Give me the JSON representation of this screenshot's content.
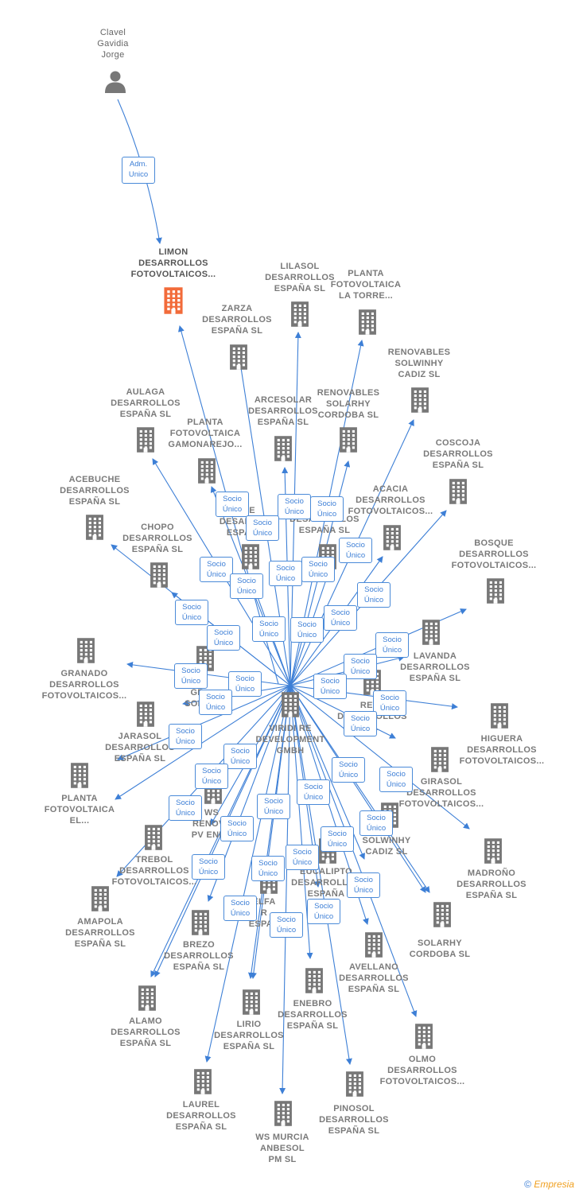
{
  "person": {
    "name": "Clavel\nGavidia\nJorge"
  },
  "focus": {
    "name": "LIMON\nDESARROLLOS\nFOTOVOLTAICOS..."
  },
  "center": {
    "name": "VIRIDI RE\nDEVELOPMENT\nGMBH"
  },
  "adm_label": "Adm.\nUnico",
  "socio_label": "Socio\nÚnico",
  "companies": [
    {
      "name": "LILASOL\nDESARROLLOS\nESPAÑA  SL"
    },
    {
      "name": "PLANTA\nFOTOVOLTAICA\nLA TORRE..."
    },
    {
      "name": "ZARZA\nDESARROLLOS\nESPAÑA  SL"
    },
    {
      "name": "RENOVABLES\nSOLWINHY\nCADIZ  SL"
    },
    {
      "name": "AULAGA\nDESARROLLOS\nESPAÑA  SL"
    },
    {
      "name": "ARCESOLAR\nDESARROLLOS\nESPAÑA  SL"
    },
    {
      "name": "RENOVABLES\nSOLARHY\nCORDOBA  SL"
    },
    {
      "name": "PLANTA\nFOTOVOLTAICA\nGAMONAREJO..."
    },
    {
      "name": "COSCOJA\nDESARROLLOS\nESPAÑA  SL"
    },
    {
      "name": "ACEBUCHE\nDESARROLLOS\nESPAÑA  SL"
    },
    {
      "name": "ACACIA\nDESARROLLOS\nFOTOVOLTAICOS..."
    },
    {
      "name": "NOGUE\nDESARR\nESPA"
    },
    {
      "name": "DESARROLLOS\nESPAÑA  SL"
    },
    {
      "name": "CHOPO\nDESARROLLOS\nESPAÑA  SL"
    },
    {
      "name": "BOSQUE\nDESARROLLOS\nFOTOVOLTAICOS..."
    },
    {
      "name": "GRANADO\nDESARROLLOS\nFOTOVOLTAICOS..."
    },
    {
      "name": "LAVANDA\nDESARROLLOS\nESPAÑA  SL"
    },
    {
      "name": "H2\nGR\nSOLU"
    },
    {
      "name": "RETA\nDESARROLLOS\nSL"
    },
    {
      "name": "JARASOL\nDESARROLLOS\nESPAÑA  SL"
    },
    {
      "name": "HIGUERA\nDESARROLLOS\nFOTOVOLTAICOS..."
    },
    {
      "name": "PLANTA\nFOTOVOLTAICA\nEL..."
    },
    {
      "name": "GIRASOL\nDESARROLLOS\nFOTOVOLTAICOS..."
    },
    {
      "name": "WS\nRENOVA\nPV ENER"
    },
    {
      "name": "SOLWINHY\nCADIZ  SL"
    },
    {
      "name": "TREBOL\nDESARROLLOS\nFOTOVOLTAICOS..."
    },
    {
      "name": "MADROÑO\nDESARROLLOS\nESPAÑA  SL"
    },
    {
      "name": "EUCALIPTO\nDESARROLLOS\nESPAÑA"
    },
    {
      "name": "AMAPOLA\nDESARROLLOS\nESPAÑA  SL"
    },
    {
      "name": "ELFA\nR\nESPAÑ"
    },
    {
      "name": "BREZO\nDESARROLLOS\nESPAÑA  SL"
    },
    {
      "name": "SOLARHY\nCORDOBA  SL"
    },
    {
      "name": "AVELLANO\nDESARROLLOS\nESPAÑA  SL"
    },
    {
      "name": "ALAMO\nDESARROLLOS\nESPAÑA  SL"
    },
    {
      "name": "ENEBRO\nDESARROLLOS\nESPAÑA  SL"
    },
    {
      "name": "LIRIO\nDESARROLLOS\nESPAÑA  SL"
    },
    {
      "name": "OLMO\nDESARROLLOS\nFOTOVOLTAICOS..."
    },
    {
      "name": "LAUREL\nDESARROLLOS\nESPAÑA  SL"
    },
    {
      "name": "PINOSOL\nDESARROLLOS\nESPAÑA  SL"
    },
    {
      "name": "WS MURCIA\nANBESOL\nPM SL"
    }
  ],
  "colors": {
    "edge": "#3d7fd6",
    "building": "#777777",
    "focus_building": "#f26b3a",
    "person_icon": "#777777"
  },
  "icons": {
    "person": "person-icon",
    "company": "building-icon"
  },
  "brand": {
    "copyright": "©",
    "name": "Empresia"
  }
}
